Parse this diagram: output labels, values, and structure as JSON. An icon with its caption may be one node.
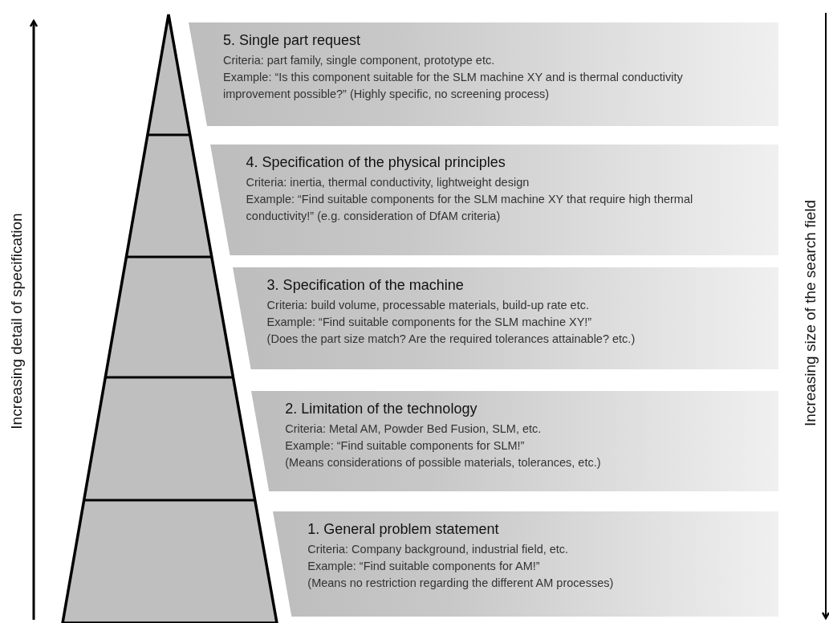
{
  "diagram": {
    "nodes": [
      {
        "text": [
          "5. Single part request",
          "Criteria: part family, single component, prototype etc.",
          "Example: “Is this component suitable for the SLM machine XY and is thermal conductivity improvement possible?” (Highly specific, no screening process)"
        ]
      },
      {
        "text": [
          "4. Specification of the physical principles",
          "Criteria: inertia, thermal conductivity, lightweight design",
          "Example: “Find suitable components for the SLM machine XY that require high thermal conductivity!” (e.g. consideration of DfAM criteria)"
        ]
      },
      {
        "text": [
          "3. Specification of the machine",
          "Criteria: build volume, processable materials, build-up rate etc.",
          "Example: “Find suitable components for the SLM machine XY!”",
          "(Does the part size match? Are the required tolerances attainable? etc.)"
        ]
      },
      {
        "text": [
          "2. Limitation of the technology",
          "Criteria: Metal AM, Powder Bed Fusion, SLM, etc.",
          "Example: “Find suitable components for SLM!”",
          "(Means considerations of possible materials, tolerances, etc.)"
        ]
      },
      {
        "text": [
          "1. General problem statement",
          "Criteria: Company background, industrial field, etc.",
          "Example: “Find suitable components for AM!”",
          "(Means no restriction regarding the different AM processes)"
        ]
      }
    ],
    "edges": [],
    "labels": [
      "Increasing detail of specification",
      "Increasing size of the search field"
    ]
  }
}
